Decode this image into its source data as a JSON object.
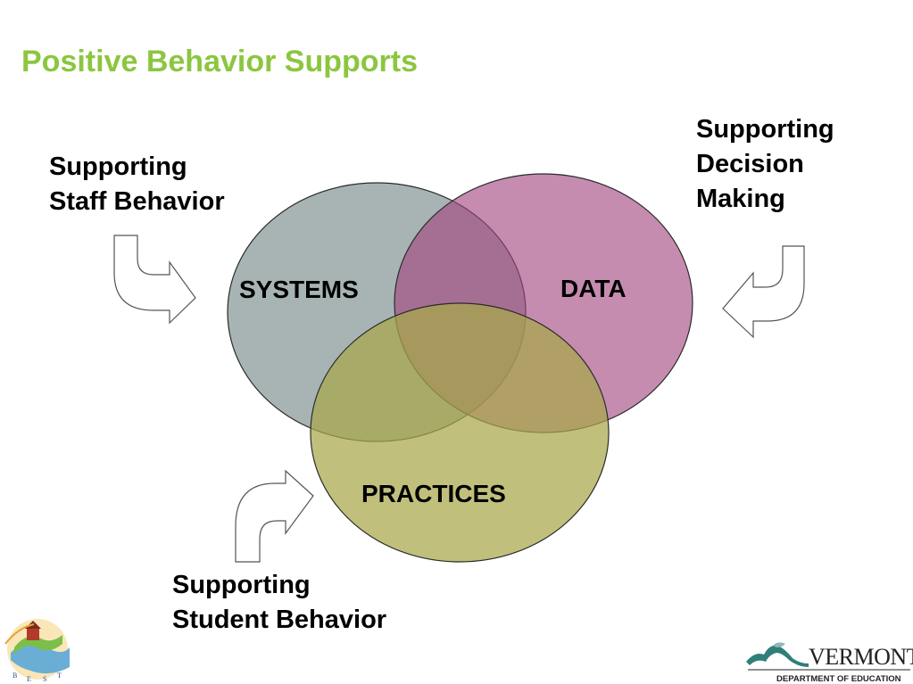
{
  "title": "Positive Behavior Supports",
  "colors": {
    "title": "#8cc63f",
    "systems_circle": "#95a3a4",
    "data_circle": "#a1457f",
    "practices_circle": "#a8a84a",
    "outline": "#2b2b2b"
  },
  "labels": {
    "staff": [
      "Supporting",
      "Staff Behavior"
    ],
    "decision": [
      "Supporting",
      "Decision",
      "Making"
    ],
    "student": [
      "Supporting",
      "Student Behavior"
    ]
  },
  "circles": {
    "systems": "SYSTEMS",
    "data": "DATA",
    "practices": "PRACTICES"
  },
  "icons": {
    "staff_arrow": "curved-arrow-right-icon",
    "decision_arrow": "curved-arrow-left-icon",
    "student_arrow": "curved-arrow-up-right-icon"
  },
  "logos": {
    "left": "best-logo-icon",
    "left_letters": [
      "B",
      "E",
      "S",
      "T"
    ],
    "right_name": "VERMONT",
    "right_subtitle": "DEPARTMENT OF EDUCATION"
  }
}
